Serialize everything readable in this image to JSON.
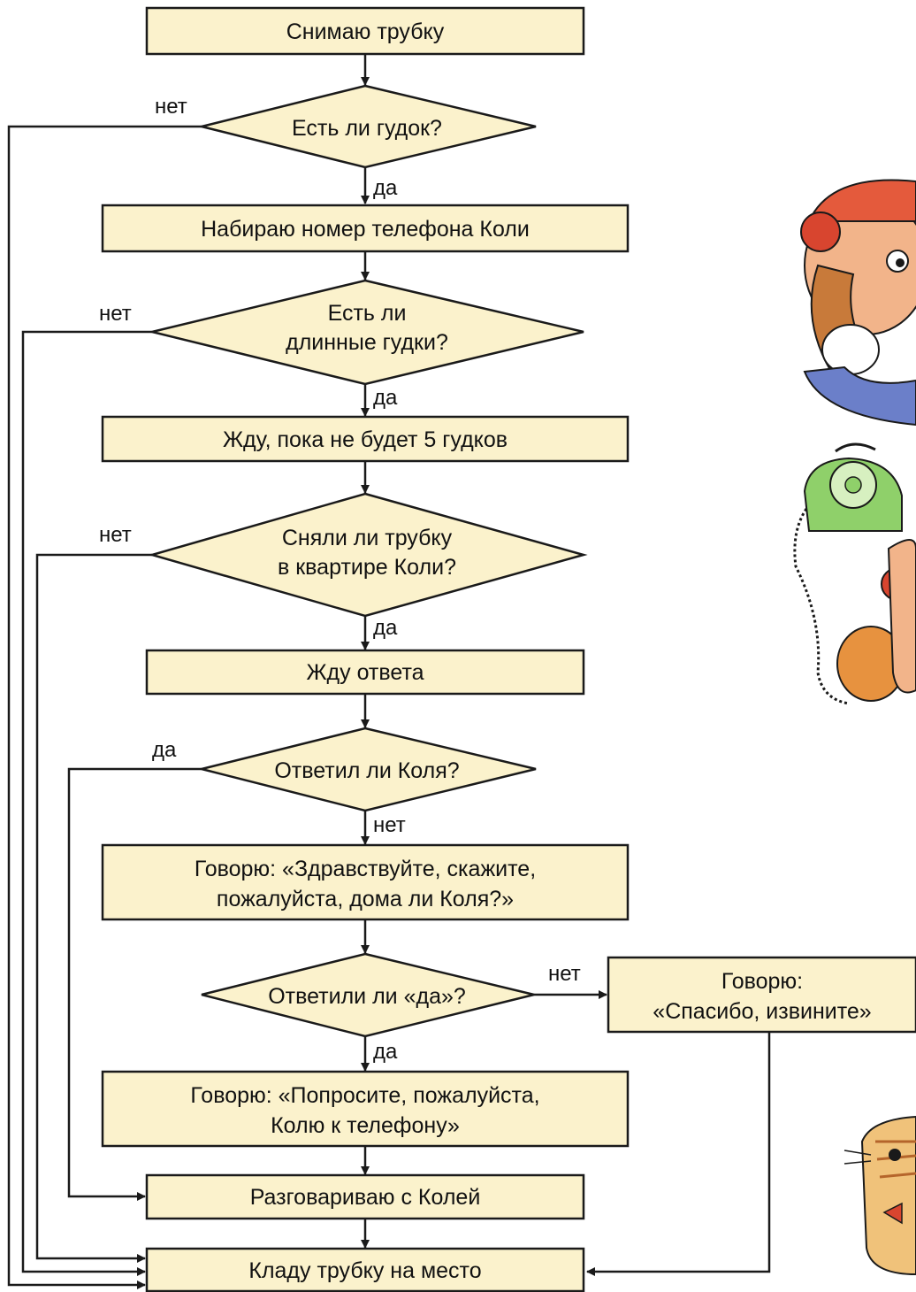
{
  "nodes": {
    "start": "Снимаю трубку",
    "q_dial_tone": "Есть ли гудок?",
    "dial_number": "Набираю номер телефона Коли",
    "q_long_tones_1": "Есть ли",
    "q_long_tones_2": "длинные гудки?",
    "wait_5_tones": "Жду, пока не будет 5 гудков",
    "q_picked_up_1": "Сняли ли трубку",
    "q_picked_up_2": "в квартире Коли?",
    "wait_answer": "Жду ответа",
    "q_kolya_answered": "Ответил ли Коля?",
    "say_hello_1": "Говорю: «Здравствуйте, скажите,",
    "say_hello_2": "пожалуйста, дома ли Коля?»",
    "q_answered_yes": "Ответили ли «да»?",
    "say_thanks_1": "Говорю:",
    "say_thanks_2": "«Спасибо, извините»",
    "ask_kolya_1": "Говорю: «Попросите, пожалуйста,",
    "ask_kolya_2": "Колю к телефону»",
    "talk": "Разговариваю с Колей",
    "hang_up": "Кладу трубку на место"
  },
  "labels": {
    "yes": "да",
    "no": "нет"
  },
  "colors": {
    "box_fill": "#fbf2cc",
    "stroke": "#1a1a1a"
  },
  "illustrations": [
    "clown-with-phone-illustration",
    "green-rotary-phone-illustration",
    "cat-illustration"
  ]
}
